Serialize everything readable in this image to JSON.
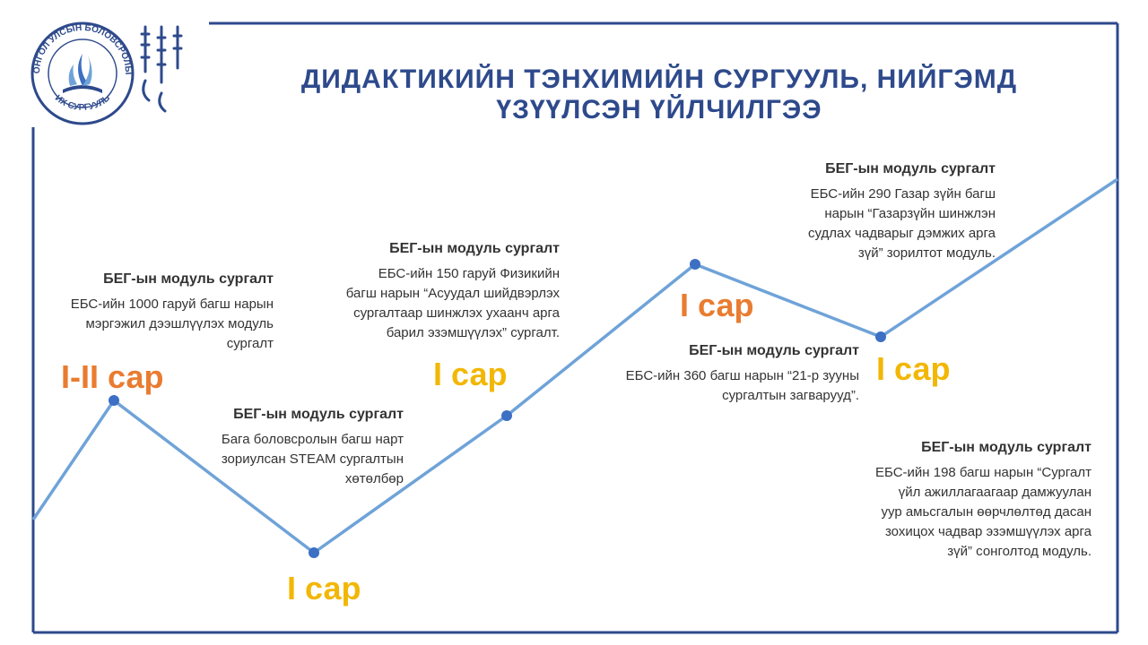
{
  "page": {
    "title_line1": "ДИДАКТИКИЙН ТЭНХИМИЙН СУРГУУЛЬ, НИЙГЭМД",
    "title_line2": "ҮЗҮҮЛСЭН ҮЙЛЧИЛГЭЭ"
  },
  "logo": {
    "emblem_text_top": "МОНГОЛ УЛСЫН БОЛОВСРОЛЫН",
    "emblem_text_bottom": "ИХ СУРГУУЛЬ"
  },
  "colors": {
    "frame": "#2E4A8C",
    "line": "#6FA3D8",
    "dot": "#3D6FC4",
    "title": "#2E4A8C",
    "month_orange": "#E97C30",
    "month_yellow": "#F2B705"
  },
  "months": [
    {
      "label": "I-II сар",
      "color": "orange"
    },
    {
      "label": "I сар",
      "color": "yellow"
    },
    {
      "label": "I сар",
      "color": "yellow"
    },
    {
      "label": "I сар",
      "color": "orange"
    },
    {
      "label": "I сар",
      "color": "yellow"
    }
  ],
  "blocks": [
    {
      "title": "БЕГ-ын модуль сургалт",
      "lines": [
        "ЕБС-ийн 1000 гаруй багш нарын",
        "мэргэжил дээшлүүлэх модуль",
        "сургалт"
      ]
    },
    {
      "title": "БЕГ-ын модуль сургалт",
      "lines": [
        "Бага боловсролын багш нарт",
        "зориулсан STEAM сургалтын",
        "хөтөлбөр"
      ]
    },
    {
      "title": "БЕГ-ын модуль сургалт",
      "lines": [
        "ЕБС-ийн 150 гаруй Физикийн",
        "багш нарын “Асуудал шийдвэрлэх",
        "сургалтаар шинжлэх ухаанч арга",
        "барил эзэмшүүлэх” сургалт."
      ]
    },
    {
      "title": "БЕГ-ын модуль сургалт",
      "lines": [
        "ЕБС-ийн 360 багш нарын “21-р зууны",
        "сургалтын загварууд”."
      ]
    },
    {
      "title": "БЕГ-ын модуль сургалт",
      "lines": [
        "ЕБС-ийн 290 Газар зүйн багш",
        "нарын “Газарзүйн шинжлэн",
        "судлах чадварыг дэмжих арга",
        "зүй” зорилтот модуль."
      ]
    },
    {
      "title": "БЕГ-ын модуль сургалт",
      "lines": [
        "ЕБС-ийн 198 багш нарын “Сургалт",
        "үйл ажиллагаагаар дамжуулан",
        "уур амьсгалын өөрчлөлтөд дасан",
        "зохицох чадвар эзэмшүүлэх арга",
        "зүй” сонголтод модуль."
      ]
    }
  ]
}
